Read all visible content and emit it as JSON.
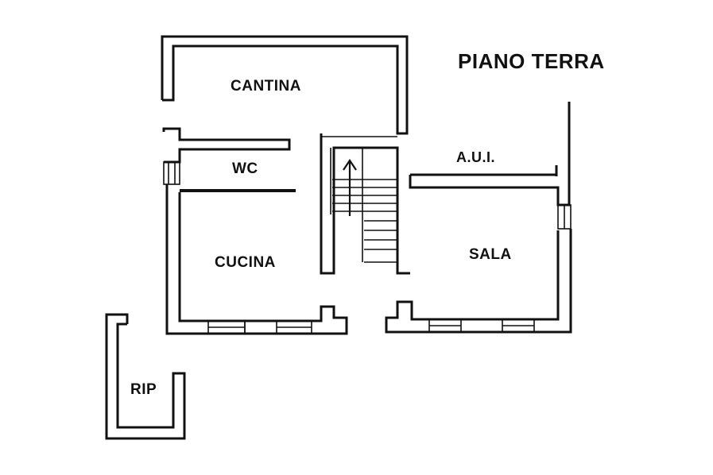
{
  "plan": {
    "title": "PIANO TERRA",
    "rooms": {
      "cantina": "CANTINA",
      "wc": "WC",
      "aui": "A.U.I.",
      "cucina": "CUCINA",
      "sala": "SALA",
      "rip": "RIP"
    },
    "icons": {
      "stair_arrow": "arrow-up-icon"
    }
  }
}
